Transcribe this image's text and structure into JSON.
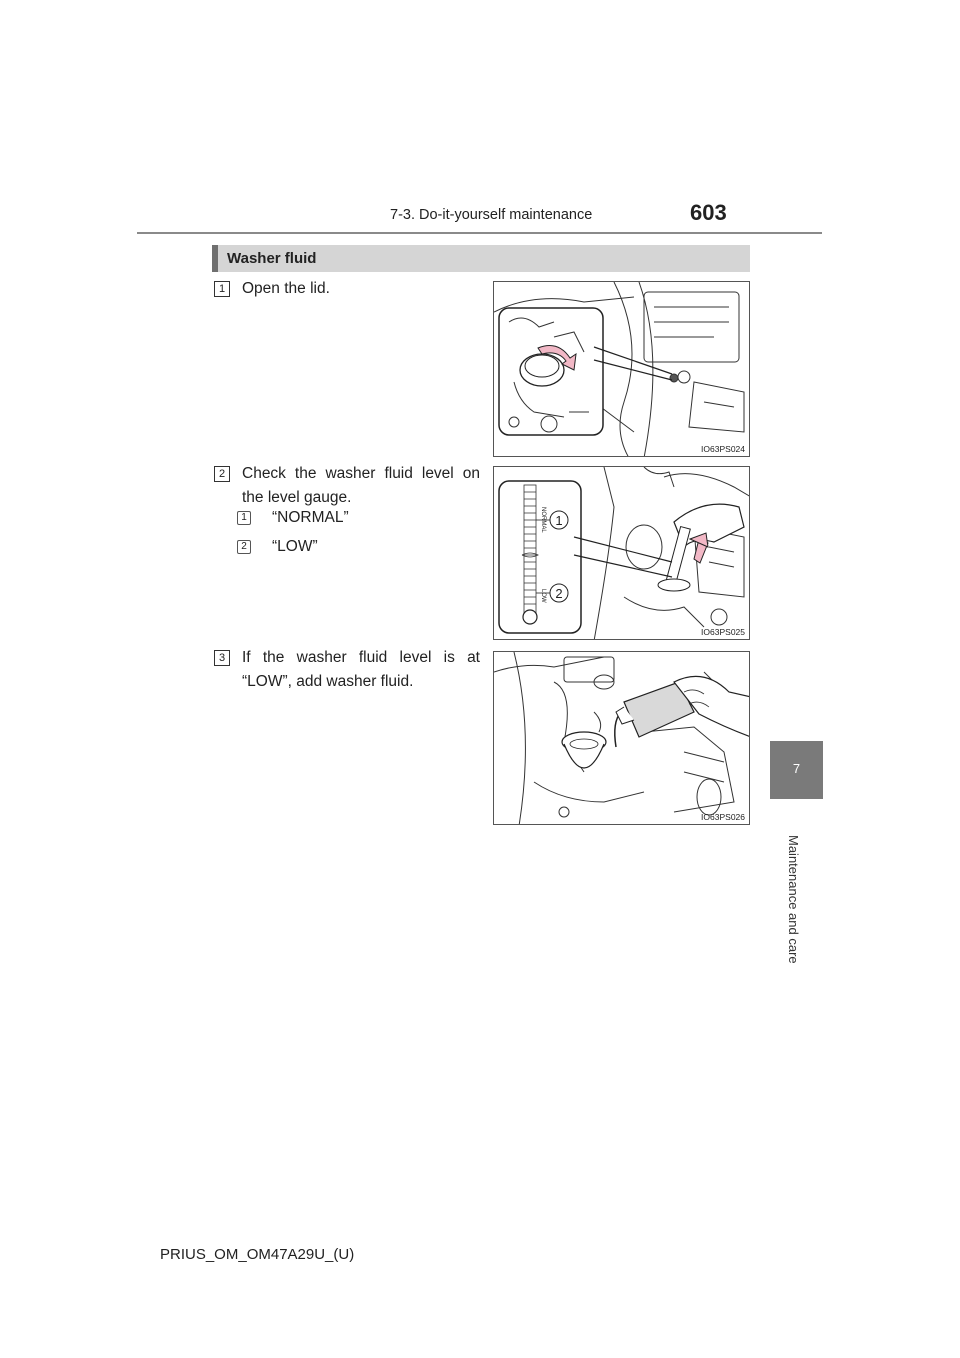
{
  "header": {
    "section": "7-3. Do-it-yourself maintenance",
    "page_number": "603"
  },
  "title": "Washer fluid",
  "steps": [
    {
      "number": "1",
      "text": "Open the lid."
    },
    {
      "number": "2",
      "text": "Check the washer fluid level on the level gauge."
    },
    {
      "number": "3",
      "text": "If the washer fluid level is at “LOW”, add washer fluid."
    }
  ],
  "sub_items": [
    {
      "number": "1",
      "text": "“NORMAL”"
    },
    {
      "number": "2",
      "text": "“LOW”"
    }
  ],
  "figures": [
    {
      "code": "IO63PS024"
    },
    {
      "code": "IO63PS025",
      "gauge_labels": {
        "normal": "NORMAL",
        "low": "LOW"
      },
      "callouts": [
        "1",
        "2"
      ]
    },
    {
      "code": "IO63PS026"
    }
  ],
  "side_tab": {
    "chapter": "7",
    "label": "Maintenance and care"
  },
  "footer": "PRIUS_OM_OM47A29U_(U)",
  "colors": {
    "arrow_fill": "#f2b8c6",
    "title_bar": "#d5d5d5",
    "side_tab": "#7a7a7a"
  }
}
